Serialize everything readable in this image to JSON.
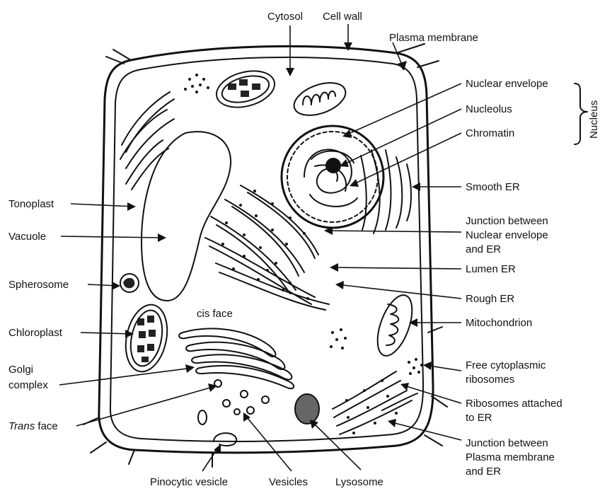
{
  "labels": {
    "cytosol": "Cytosol",
    "cell_wall": "Cell wall",
    "plasma_membrane": "Plasma membrane",
    "nuclear_envelope": "Nuclear envelope",
    "nucleolus": "Nucleolus",
    "chromatin": "Chromatin",
    "nucleus": "Nucleus",
    "smooth_er": "Smooth ER",
    "junction_ne_er": [
      "Junction between",
      "Nuclear envelope",
      "and ER"
    ],
    "lumen_er": "Lumen ER",
    "rough_er": "Rough ER",
    "mitochondrion": "Mitochondrion",
    "free_ribosomes": [
      "Free cytoplasmic",
      "ribosomes"
    ],
    "ribosomes_er": [
      "Ribosomes attached",
      "to ER"
    ],
    "junction_pm_er": [
      "Junction between",
      "Plasma membrane",
      "and ER"
    ],
    "tonoplast": "Tonoplast",
    "vacuole": "Vacuole",
    "spherosome": "Spherosome",
    "chloroplast": "Chloroplast",
    "golgi": [
      "Golgi",
      "complex"
    ],
    "trans_face_italic": "Trans",
    "trans_face_rest": " face",
    "cis_face": "cis face",
    "pinocytic_vesicle": "Pinocytic vesicle",
    "vesicles": "Vesicles",
    "lysosome": "Lysosome"
  }
}
